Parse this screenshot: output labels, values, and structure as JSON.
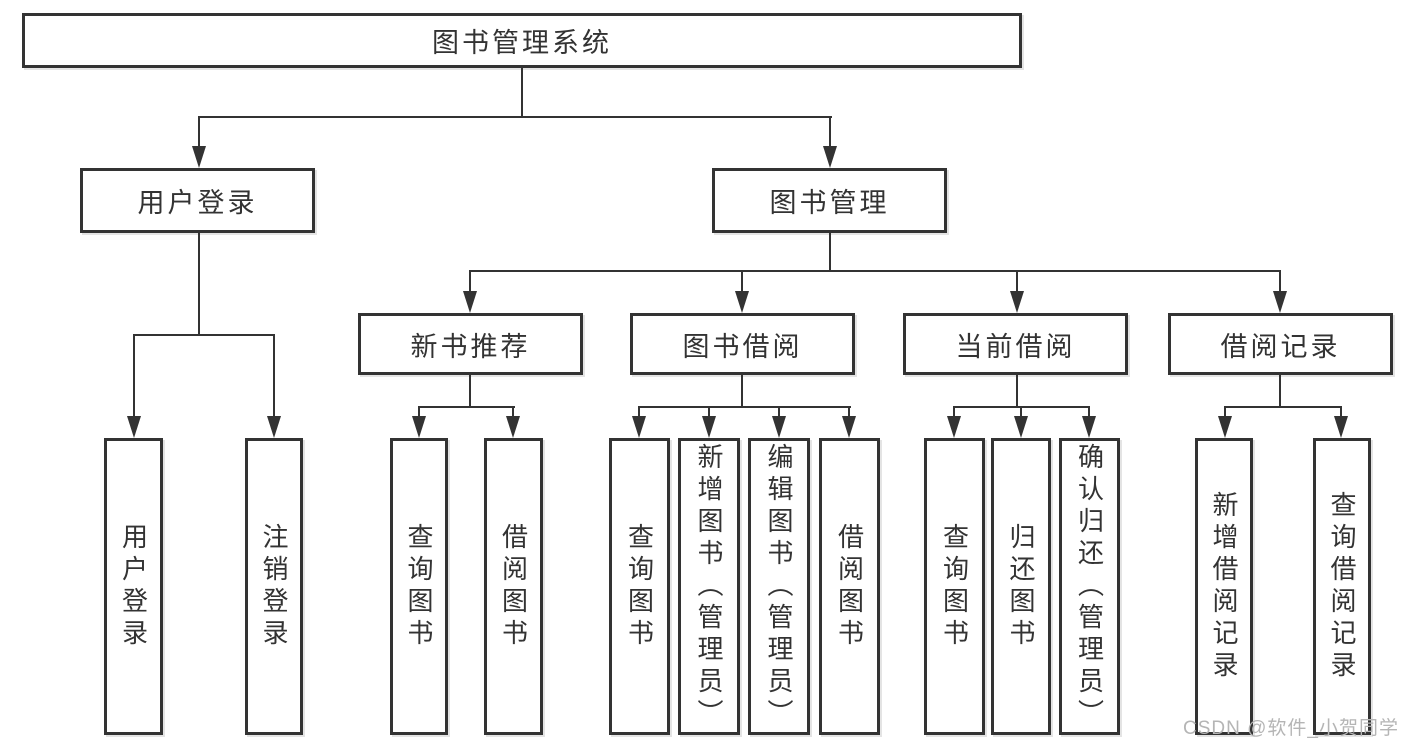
{
  "root": {
    "label": "图书管理系统"
  },
  "level2": [
    {
      "label": "用户登录"
    },
    {
      "label": "图书管理"
    }
  ],
  "level3": [
    {
      "label": "新书推荐"
    },
    {
      "label": "图书借阅"
    },
    {
      "label": "当前借阅"
    },
    {
      "label": "借阅记录"
    }
  ],
  "leaves": [
    {
      "label": "用户登录"
    },
    {
      "label": "注销登录"
    },
    {
      "label": "查询图书"
    },
    {
      "label": "借阅图书"
    },
    {
      "label": "查询图书"
    },
    {
      "label": "新增图书（管理员）"
    },
    {
      "label": "编辑图书（管理员）"
    },
    {
      "label": "借阅图书"
    },
    {
      "label": "查询图书"
    },
    {
      "label": "归还图书"
    },
    {
      "label": "确认归还（管理员）"
    },
    {
      "label": "新增借阅记录"
    },
    {
      "label": "查询借阅记录"
    }
  ],
  "watermark": "CSDN @软件_小贺同学",
  "colors": {
    "line": "#333333",
    "text": "#333333",
    "watermark": "#b5b5b5",
    "background": "#ffffff"
  }
}
